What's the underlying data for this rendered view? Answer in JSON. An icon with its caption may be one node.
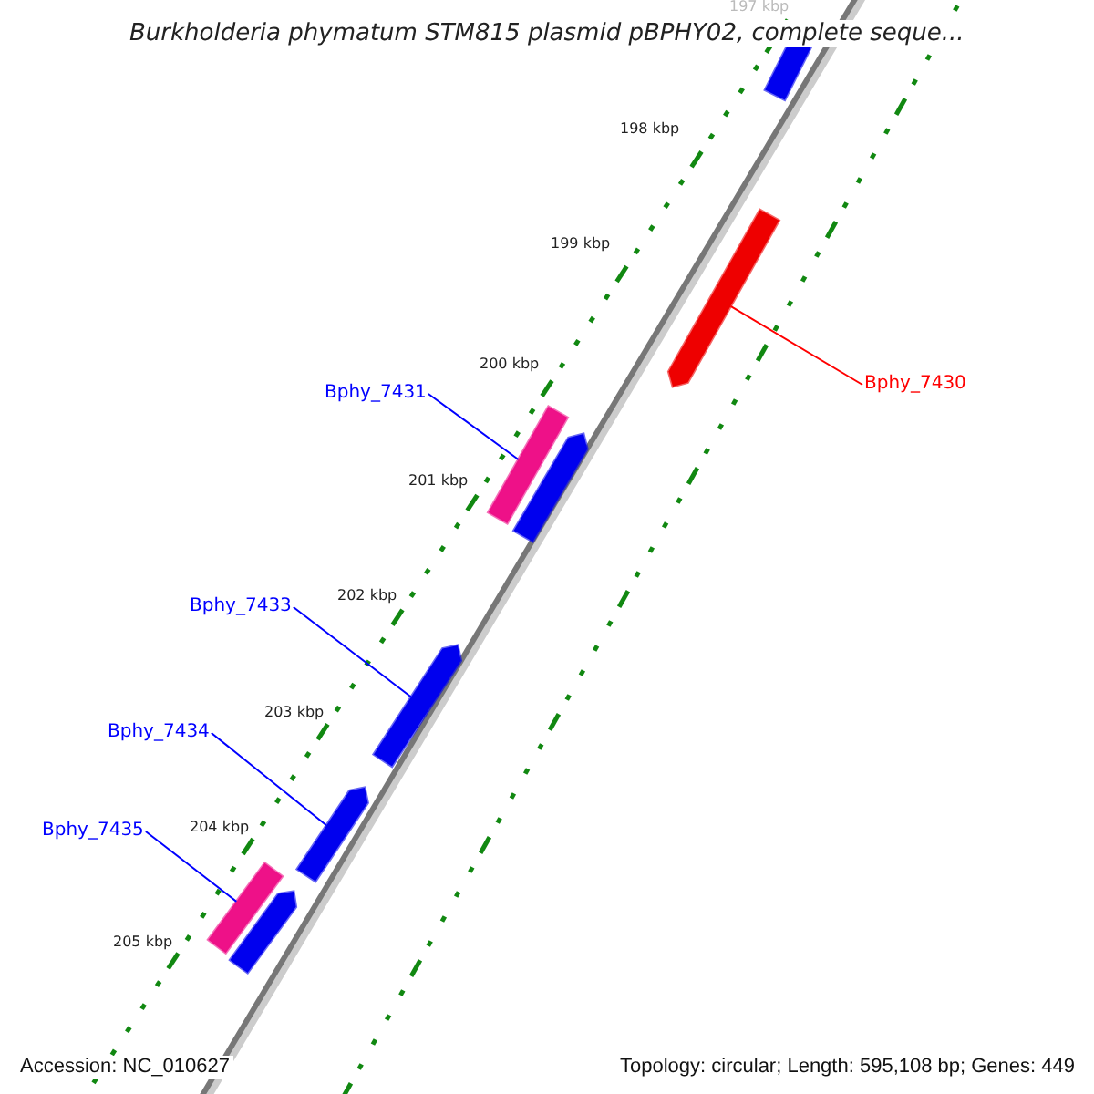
{
  "diagram": {
    "title": "Burkholderia phymatum STM815 plasmid pBPHY02, complete seque...",
    "nodes": [
      {
        "text": [
          "Bphy_7430"
        ]
      },
      {
        "text": [],
        "shape": "bar"
      },
      {
        "text": [
          "Bphy_7431"
        ]
      },
      {
        "text": [],
        "shape": "bar"
      },
      {
        "text": [
          "Bphy_7433"
        ]
      },
      {
        "text": [],
        "shape": "bar"
      },
      {
        "text": [
          "Bphy_7434"
        ]
      },
      {
        "text": [],
        "shape": "bar"
      },
      {
        "text": [
          "Bphy_7435"
        ]
      },
      {
        "text": [],
        "shape": "bar"
      }
    ],
    "edges": [
      {
        "from": 0,
        "to": 1,
        "arrow": "none",
        "color": "#ff0000"
      },
      {
        "from": 2,
        "to": 3,
        "arrow": "none"
      },
      {
        "from": 4,
        "to": 5,
        "arrow": "none"
      },
      {
        "from": 6,
        "to": 7,
        "arrow": "none"
      },
      {
        "from": 8,
        "to": 9,
        "arrow": "none"
      }
    ],
    "labels": [
      "197 kbp",
      "198 kbp",
      "199 kbp",
      "200 kbp",
      "201 kbp",
      "202 kbp",
      "203 kbp",
      "204 kbp",
      "205 kbp",
      "Accession: NC_010627",
      "Topology: circular; Length: 595,108 bp; Genes: 449"
    ]
  }
}
